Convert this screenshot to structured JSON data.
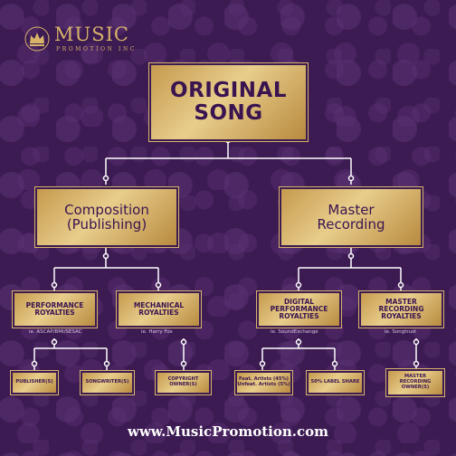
{
  "logo": {
    "name": "MUSIC",
    "sub": "PROMOTION INC"
  },
  "root": "ORIGINAL\nSONG",
  "level2": {
    "composition": "Composition\n(Publishing)",
    "master": "Master\nRecording"
  },
  "level3": {
    "performance": "PERFORMANCE\nROYALTIES",
    "mechanical": "MECHANICAL\nROYALTIES",
    "digital": "DIGITAL\nPERFORMANCE\nROYALTIES",
    "master_recording": "MASTER\nRECORDING\nROYALTIES"
  },
  "notes": {
    "performance": "ie. ASCAP/BMI/SESAC",
    "mechanical": "ie. Harry Fox",
    "digital": "ie. SoundExchange",
    "master_recording": "ie. Songtrust"
  },
  "level4": {
    "publishers": "PUBLISHER(S)",
    "songwriters": "SONGWRITER(S)",
    "copyright": "COPYRIGHT\nOWNER(S)",
    "artists": "Feat. Artists (45%)\nUnfeat. Artists (5%)",
    "label_share": "50% LABEL SHARE",
    "master_owners": "MASTER\nRECORDING\nOWNER(S)"
  },
  "footer": "www.MusicPromotion.com",
  "colors": {
    "background": "#3c1a52",
    "gold": "#d7b46a",
    "text_dark": "#3a1450",
    "footer": "#ffffff"
  }
}
